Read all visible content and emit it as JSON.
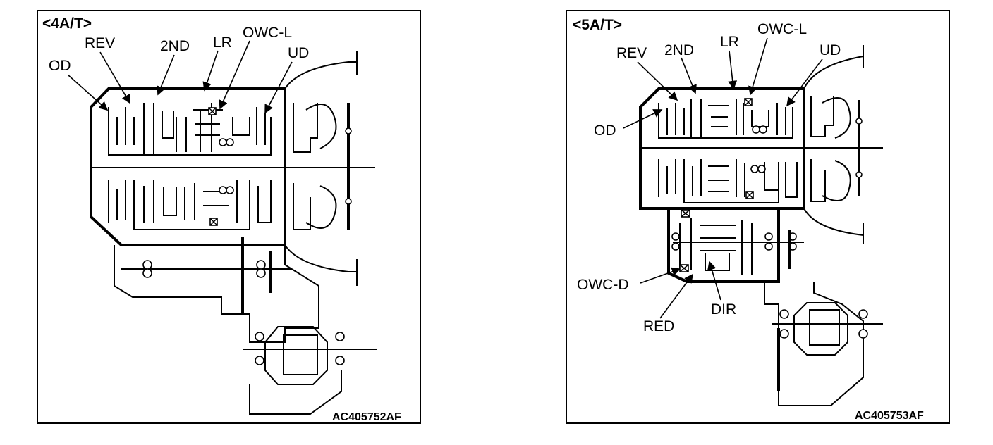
{
  "panel_4at": {
    "title": "<4A/T>",
    "labels": {
      "od": "OD",
      "rev": "REV",
      "second": "2ND",
      "lr": "LR",
      "owc_l": "OWC-L",
      "ud": "UD"
    },
    "code": "AC405752AF"
  },
  "panel_5at": {
    "title": "<5A/T>",
    "labels": {
      "rev": "REV",
      "second": "2ND",
      "lr": "LR",
      "owc_l": "OWC-L",
      "ud": "UD",
      "od": "OD",
      "owc_d": "OWC-D",
      "red": "RED",
      "dir": "DIR"
    },
    "code": "AC405753AF"
  },
  "colors": {
    "line": "#000000",
    "background": "#ffffff"
  }
}
